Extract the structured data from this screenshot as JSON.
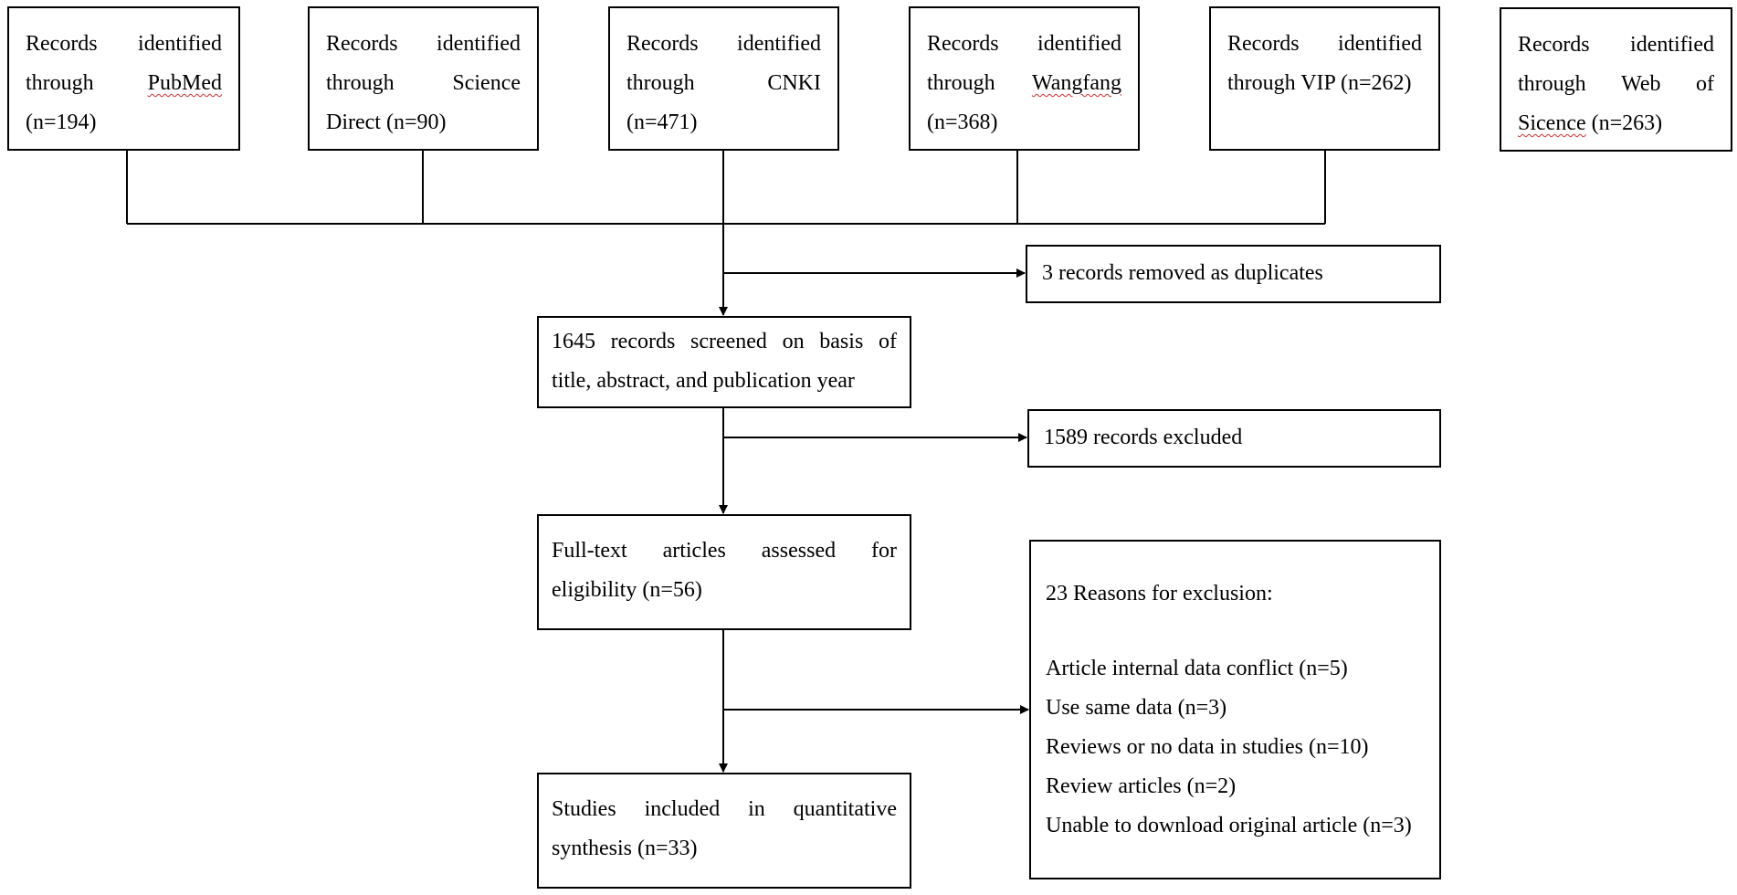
{
  "sources": [
    {
      "lines": [
        [
          "Records",
          "identified"
        ],
        [
          "through",
          "PubMed"
        ],
        [
          "(n=194)"
        ]
      ],
      "squiggle": "PubMed"
    },
    {
      "lines": [
        [
          "Records",
          "identified"
        ],
        [
          "through",
          "Science"
        ],
        [
          "Direct (n=90)"
        ]
      ]
    },
    {
      "lines": [
        [
          "Records",
          "identified"
        ],
        [
          "through",
          "CNKI"
        ],
        [
          "(n=471)"
        ]
      ]
    },
    {
      "lines": [
        [
          "Records",
          "identified"
        ],
        [
          "through",
          "Wangfang"
        ],
        [
          "(n=368)"
        ]
      ],
      "squiggle": "Wangfang"
    },
    {
      "lines": [
        [
          "Records",
          "identified"
        ],
        [
          "through VIP (n=262)"
        ]
      ]
    },
    {
      "lines": [
        [
          "Records",
          "identified"
        ],
        [
          "through",
          "Web",
          "of"
        ],
        [
          "Sicence (n=263)"
        ]
      ],
      "squiggle": "Sicence"
    }
  ],
  "duplicates": "3 records removed as duplicates",
  "screened": {
    "line1": [
      "1645",
      "records",
      "screened",
      "on",
      "basis",
      "of"
    ],
    "line2": "title,  abstract, and publication year"
  },
  "excluded": "1589 records excluded",
  "fulltext": {
    "line1": [
      "Full-text",
      "articles",
      "assessed",
      "for"
    ],
    "line2": "eligibility (n=56)"
  },
  "reasons": {
    "title": "23 Reasons for exclusion:",
    "items": [
      "Article internal data conflict (n=5)",
      "Use same data (n=3)",
      "Reviews or no data in studies (n=10)",
      "Review articles (n=2)",
      "Unable to download original article (n=3)"
    ]
  },
  "included": {
    "line1": [
      "Studies",
      "included",
      "in",
      "quantitative"
    ],
    "line2": "synthesis (n=33)"
  }
}
